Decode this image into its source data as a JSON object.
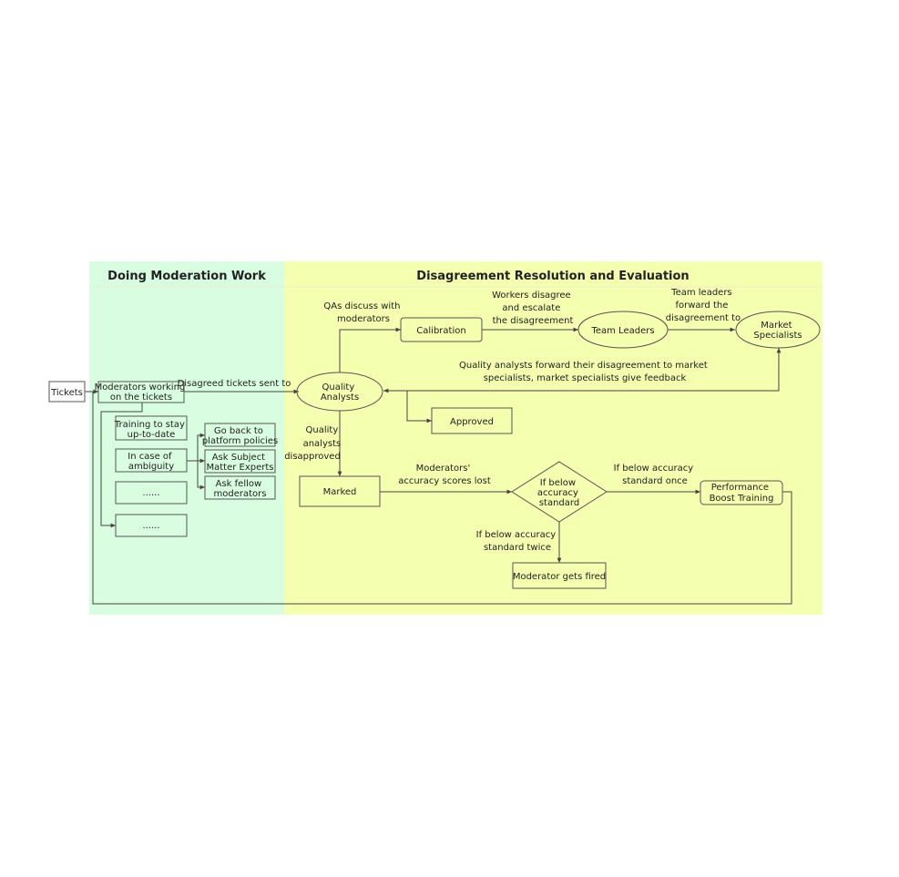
{
  "lanes": {
    "left_title": "Doing Moderation Work",
    "right_title": "Disagreement Resolution and Evaluation",
    "left_color": "#d9fde0",
    "right_color": "#f4ffb0"
  },
  "nodes": {
    "tickets": [
      "Tickets"
    ],
    "moderators": [
      "Moderators working",
      "on the tickets"
    ],
    "training": [
      "Training to stay",
      "up-to-date"
    ],
    "ambiguity": [
      "In case of",
      "ambiguity"
    ],
    "blank1": [
      "......"
    ],
    "blank2": [
      "......"
    ],
    "policies": [
      "Go back to",
      "platform policies"
    ],
    "sme": [
      "Ask Subject",
      "Matter Experts"
    ],
    "fellow": [
      "Ask fellow",
      "moderators"
    ],
    "qa": [
      "Quality",
      "Analysts"
    ],
    "calibration": [
      "Calibration"
    ],
    "team_leaders": [
      "Team Leaders"
    ],
    "market": [
      "Market",
      "Specialists"
    ],
    "approved": [
      "Approved"
    ],
    "marked": [
      "Marked"
    ],
    "decision": [
      "If below",
      "accuracy",
      "standard"
    ],
    "training_boost": [
      "Performance",
      "Boost Training"
    ],
    "fired": [
      "Moderator gets fired"
    ]
  },
  "edges": {
    "disagreed": [
      "Disagreed tickets sent to"
    ],
    "qa_discuss": [
      "QAs discuss with",
      "moderators"
    ],
    "workers_escalate": [
      "Workers disagree",
      "and escalate",
      "the disagreement"
    ],
    "tl_forward": [
      "Team leaders",
      "forward the",
      "disagreement to"
    ],
    "qa_forward": [
      "Quality analysts forward their disagreement to market",
      "specialists, market specialists give feedback"
    ],
    "qa_disapproved": [
      "Quality",
      "analysts",
      "disapproved"
    ],
    "scores_lost": [
      "Moderators'",
      "accuracy scores lost"
    ],
    "below_once": [
      "If below accuracy",
      "standard once"
    ],
    "below_twice": [
      "If below accuracy",
      "standard twice"
    ]
  }
}
